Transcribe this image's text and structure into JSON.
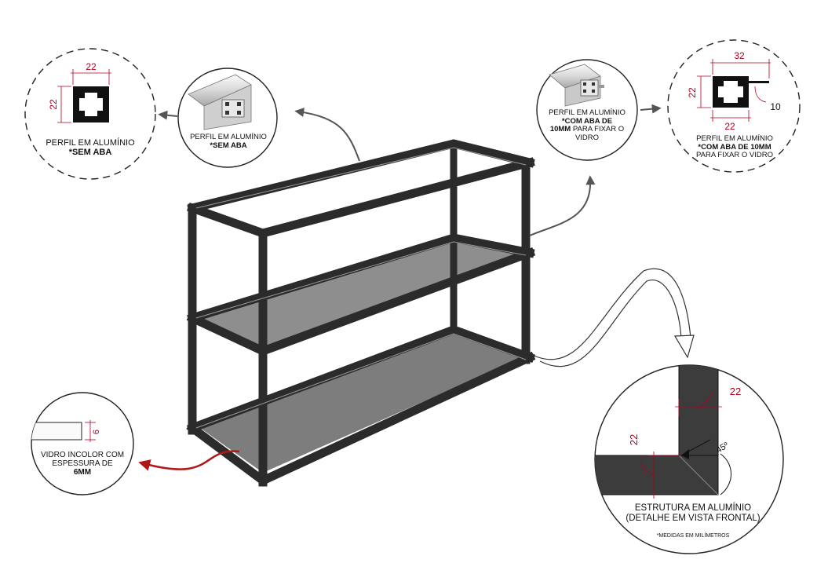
{
  "detail_sem_aba": {
    "dim_width": "22",
    "dim_height": "22",
    "caption_line1": "PERFIL EM ALUMÍNIO",
    "caption_line2": "*SEM ABA"
  },
  "render_sem_aba": {
    "caption_line1": "PERFIL EM ALUMÍNIO",
    "caption_line2": "*SEM ABA"
  },
  "render_com_aba": {
    "caption_line1": "PERFIL EM ALUMÍNIO",
    "caption_line2": "*COM ABA DE",
    "caption_line3a": "10MM",
    "caption_line3b": " PARA FIXAR O",
    "caption_line4": "VIDRO"
  },
  "detail_com_aba": {
    "dim_top": "32",
    "dim_left": "22",
    "dim_bottom": "22",
    "dim_flange": "10",
    "caption_line1": "PERFIL EM ALUMÍNIO",
    "caption_line2": "*COM ABA DE 10MM",
    "caption_line3": "PARA FIXAR O VIDRO"
  },
  "glass_detail": {
    "dim_thickness": "6",
    "caption_line1": "VIDRO INCOLOR COM",
    "caption_line2": "ESPESSURA DE",
    "caption_line3": "6MM"
  },
  "corner_detail": {
    "dim_vertical": "22",
    "dim_horizontal": "22",
    "angle": "45º",
    "caption_line1": "ESTRUTURA EM ALUMÍNIO",
    "caption_line2": "(DETALHE EM VISTA FRONTAL)",
    "note": "*MEDIDAS EM MILÍMETROS"
  },
  "colors": {
    "frame": "#2b2b2b",
    "glass": "#7a7a7a",
    "dimension": "#b00020",
    "arrow_gray": "#555555",
    "arrow_red": "#b01818"
  }
}
